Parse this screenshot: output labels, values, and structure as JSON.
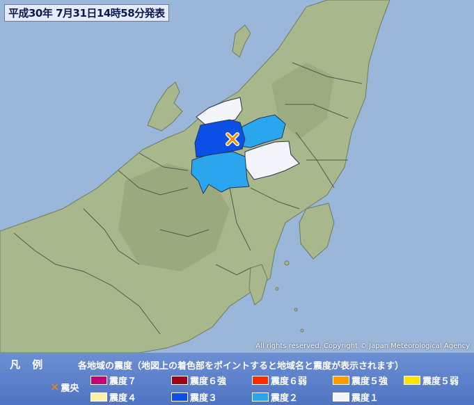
{
  "header": {
    "timestamp": "平成30年 7月31日14時58分発表"
  },
  "map": {
    "copyright": "All rights reserved. Copyright © Japan Meteorological Agency",
    "epicenter_icon": "x-mark-icon"
  },
  "legend": {
    "title": "凡 例",
    "caption": "各地域の震度（地図上の着色部をポイントすると地域名と震度が表示されます）",
    "epicenter_label": "震央",
    "items": [
      {
        "label": "震度７",
        "color": "#c4007a"
      },
      {
        "label": "震度６強",
        "color": "#a00018"
      },
      {
        "label": "震度６弱",
        "color": "#ff2a00"
      },
      {
        "label": "震度５強",
        "color": "#ff9a00"
      },
      {
        "label": "震度５弱",
        "color": "#ffe400"
      },
      {
        "label": "震度４",
        "color": "#fff0a8"
      },
      {
        "label": "震度３",
        "color": "#0b4fe6"
      },
      {
        "label": "震度２",
        "color": "#2aa6ee"
      },
      {
        "label": "震度１",
        "color": "#f4f4fb"
      }
    ]
  },
  "colors": {
    "sea": "#9ab6d8",
    "land": "#a9b78c",
    "land_dark": "#8f9e72",
    "border": "#4f5a4a"
  }
}
